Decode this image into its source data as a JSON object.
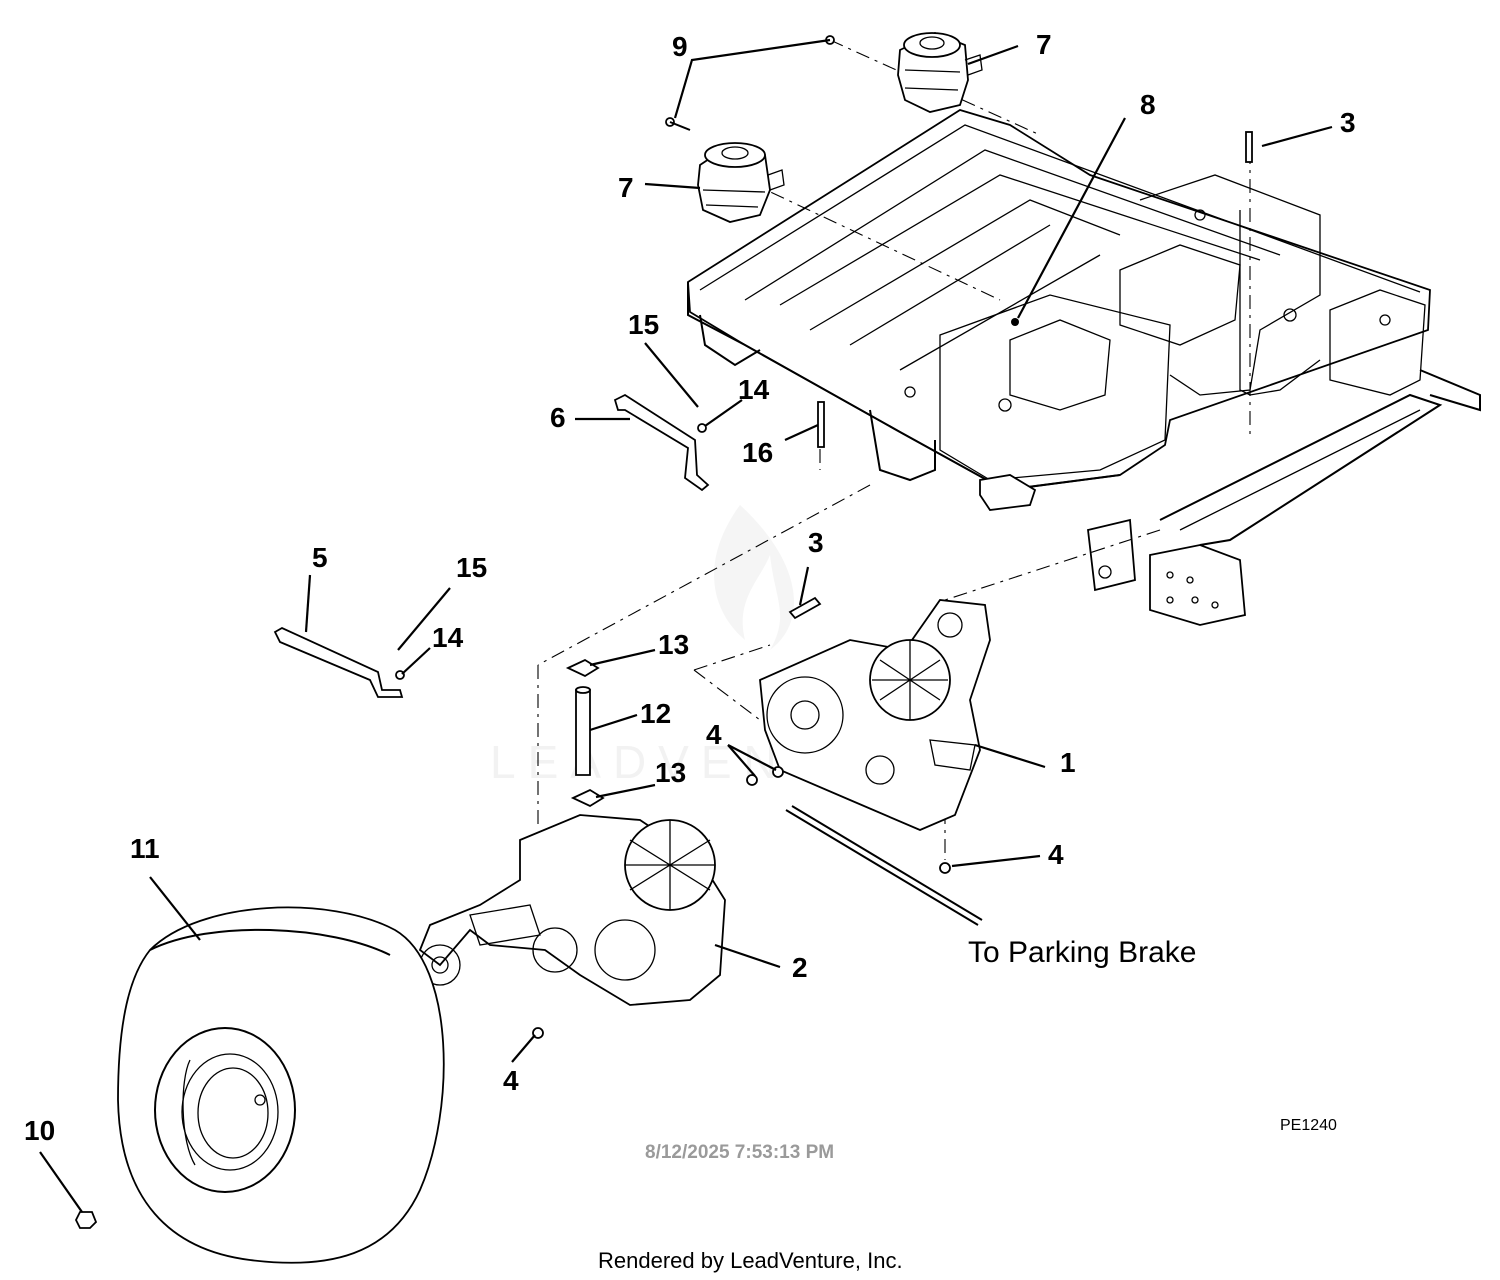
{
  "diagram": {
    "callouts": [
      {
        "id": "c1",
        "label": "1"
      },
      {
        "id": "c2",
        "label": "2"
      },
      {
        "id": "c3a",
        "label": "3"
      },
      {
        "id": "c3b",
        "label": "3"
      },
      {
        "id": "c4a",
        "label": "4"
      },
      {
        "id": "c4b",
        "label": "4"
      },
      {
        "id": "c4c",
        "label": "4"
      },
      {
        "id": "c5",
        "label": "5"
      },
      {
        "id": "c6",
        "label": "6"
      },
      {
        "id": "c7a",
        "label": "7"
      },
      {
        "id": "c7b",
        "label": "7"
      },
      {
        "id": "c8",
        "label": "8"
      },
      {
        "id": "c9",
        "label": "9"
      },
      {
        "id": "c10",
        "label": "10"
      },
      {
        "id": "c11",
        "label": "11"
      },
      {
        "id": "c12",
        "label": "12"
      },
      {
        "id": "c13a",
        "label": "13"
      },
      {
        "id": "c13b",
        "label": "13"
      },
      {
        "id": "c14a",
        "label": "14"
      },
      {
        "id": "c14b",
        "label": "14"
      },
      {
        "id": "c15a",
        "label": "15"
      },
      {
        "id": "c15b",
        "label": "15"
      },
      {
        "id": "c16",
        "label": "16"
      }
    ],
    "note_parking_brake": "To Parking Brake",
    "drawing_code": "PE1240",
    "timestamp": "8/12/2025 7:53:13 PM",
    "credit": "Rendered by LeadVenture, Inc.",
    "watermark": "LEADVENTURE"
  }
}
